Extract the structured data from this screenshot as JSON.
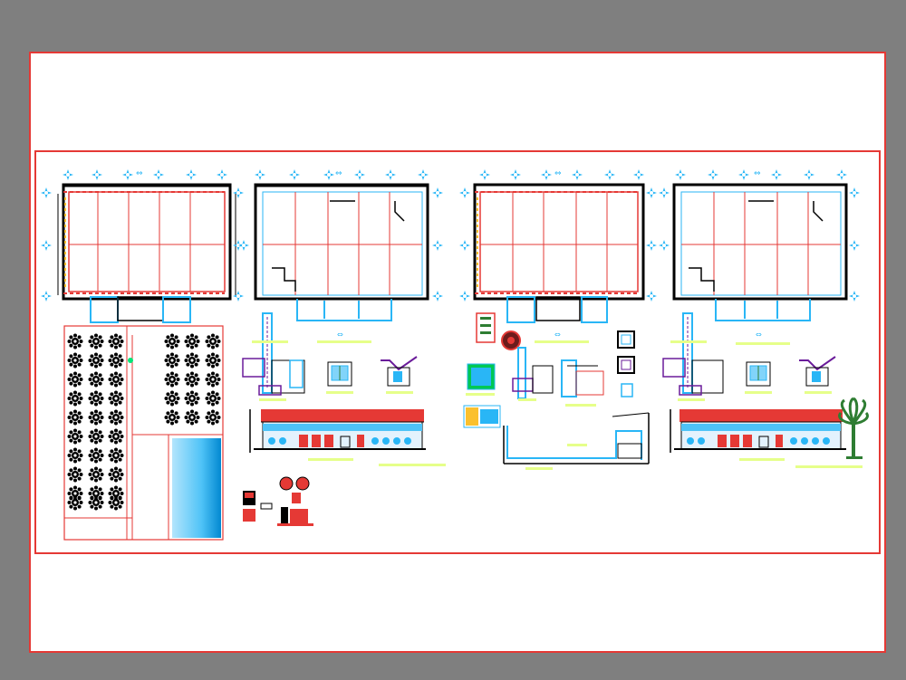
{
  "app": {
    "title": "",
    "background_color": "#7f7f7f",
    "sheet_color": "#ffffff",
    "frame_color": "#e53935"
  },
  "drawing": {
    "colors": {
      "wall": "#e53935",
      "grid": "#e53935",
      "pipe": "#29b6f6",
      "dark": "#000000",
      "label_bar": "#e6ff8a",
      "pool": "#29b6f6",
      "roof": "#e53935",
      "tree": "#2e7d32"
    },
    "panels": [
      {
        "id": "floor-plan-1",
        "kind": "plan"
      },
      {
        "id": "floor-plan-2",
        "kind": "plan"
      },
      {
        "id": "floor-plan-3",
        "kind": "plan"
      },
      {
        "id": "floor-plan-4",
        "kind": "plan"
      },
      {
        "id": "site-layout",
        "kind": "site"
      },
      {
        "id": "elevation-1",
        "kind": "elevation"
      },
      {
        "id": "elevation-2",
        "kind": "elevation"
      }
    ]
  }
}
